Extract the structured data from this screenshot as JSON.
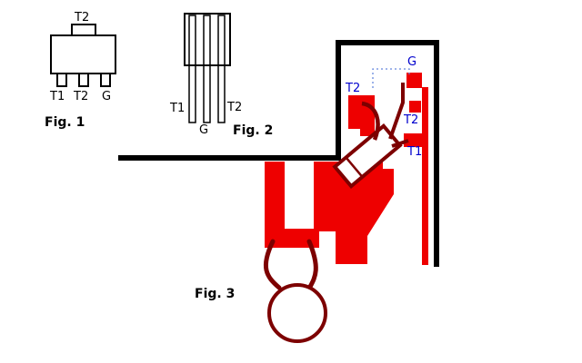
{
  "colors": {
    "copper": "#ee0000",
    "dark_wire": "#7d0000",
    "label_blue": "#0000cd",
    "outline_black": "#000000",
    "dotted_blue": "#6688dd",
    "package_fill": "#ffffff"
  },
  "fig1": {
    "caption": "Fig. 1",
    "tab_label": "T2",
    "pins": [
      "T1",
      "T2",
      "G"
    ]
  },
  "fig2": {
    "caption": "Fig. 2",
    "left_pin": "T1",
    "right_pin": "T2",
    "bottom_pin": "G"
  },
  "fig3": {
    "caption": "Fig. 3",
    "labels": {
      "gate": "G",
      "t2_top": "T2",
      "t2_mid": "T2",
      "t1": "T1"
    }
  }
}
